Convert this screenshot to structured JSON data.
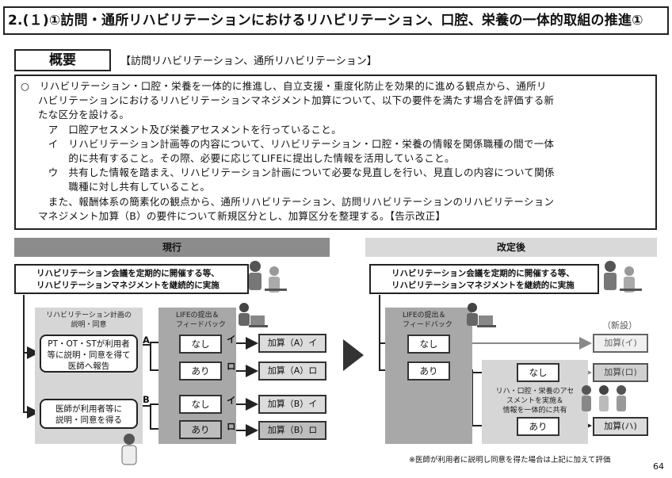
{
  "title": "2.(１)①訪問・通所リハビリテーションにおけるリハビリテーション、口腔、栄養の一体的取組の推進①",
  "overview": {
    "tag": "概要",
    "subtitle": "【訪問リハビリテーション、通所リハビリテーション】",
    "lines": [
      "○　リハビリテーション・口腔・栄養を一体的に推進し、自立支援・重度化防止を効果的に進める観点から、通所リ",
      "ハビリテーションにおけるリハビリテーションマネジメント加算について、以下の要件を満たす場合を評価する新",
      "たな区分を設ける。",
      "　ア　口腔アセスメント及び栄養アセスメントを行っていること。",
      "　イ　リハビリテーション計画等の内容について、リハビリテーション・口腔・栄養の情報を関係職種の間で一体",
      "　　　的に共有すること。その際、必要に応じてLIFEに提出した情報を活用していること。",
      "　ウ　共有した情報を踏まえ、リハビリテーション計画について必要な見直しを行い、見直しの内容について関係",
      "　　　職種に対し共有していること。",
      "　また、報酬体系の簡素化の観点から、通所リハビリテーション、訪問リハビリテーションのリハビリテーション",
      "マネジメント加算（B）の要件について新規区分とし、加算区分を整理する。【告示改正】"
    ]
  },
  "current": {
    "header": "現行",
    "meeting": [
      "リハビリテーション会議を定期的に開催する等、",
      "リハビリテーションマネジメントを継続的に実施"
    ],
    "plan_caption": [
      "リハビリテーション計画の",
      "説明・同意"
    ],
    "pt_box": [
      "PT・OT・STが利用者",
      "等に説明・同意を得て",
      "医師へ報告"
    ],
    "doctor_box": [
      "医師が利用者等に",
      "説明・同意を得る"
    ],
    "life_caption": [
      "LIFEの提出＆",
      "フィードバック"
    ],
    "label_a": "A",
    "label_b": "B",
    "nashi": "なし",
    "ari": "あり",
    "i_mark": "イ",
    "ro_mark": "ロ",
    "outputs": [
      "加算（A）イ",
      "加算（A）ロ",
      "加算（B）イ",
      "加算（B）ロ"
    ]
  },
  "revised": {
    "header": "改定後",
    "meeting": [
      "リハビリテーション会議を定期的に開催する等、",
      "リハビリテーションマネジメントを継続的に実施"
    ],
    "life_caption": [
      "LIFEの提出＆",
      "フィードバック"
    ],
    "new_label": "（新設）",
    "nashi": "なし",
    "ari": "あり",
    "integrated_caption": [
      "リハ・口腔・栄養のアセ",
      "スメントを実施＆",
      "情報を一体的に共有"
    ],
    "outputs": [
      "加算(イ)",
      "加算(ロ)",
      "加算(ハ)"
    ]
  },
  "footnote": "※医師が利用者に説明し同意を得た場合は上記に加えて評価",
  "page_number": "64"
}
